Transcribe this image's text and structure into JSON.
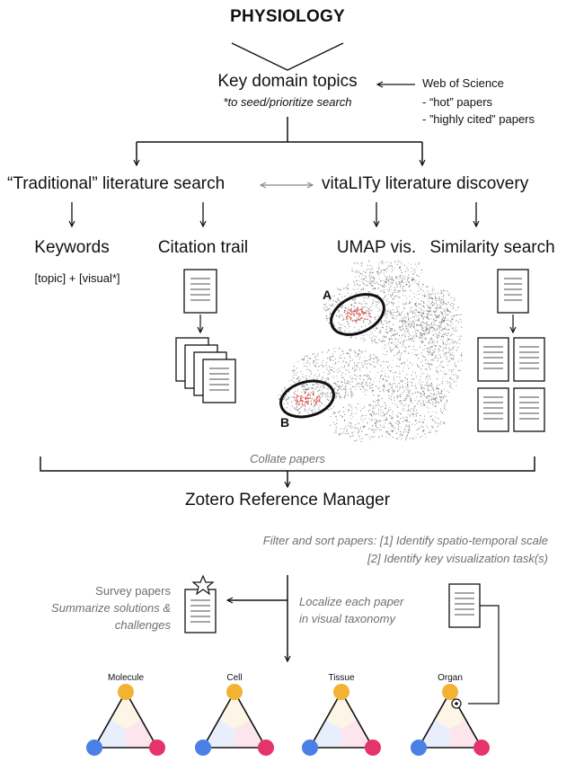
{
  "title": "PHYSIOLOGY",
  "key_topics": {
    "label": "Key domain topics",
    "note": "*to seed/prioritize search"
  },
  "web_of_science": {
    "title": "Web of Science",
    "items": [
      "- “hot” papers",
      "- ”highly cited” papers"
    ]
  },
  "branches": {
    "traditional": "“Traditional” literature search",
    "vitality": "vitaLITy literature discovery"
  },
  "methods": {
    "keywords": "Keywords",
    "keywords_formula": "[topic] + [visual*]",
    "citation": "Citation trail",
    "umap": "UMAP vis.",
    "similarity": "Similarity search"
  },
  "umap_clusters": [
    "A",
    "B"
  ],
  "collate": "Collate papers",
  "zotero": "Zotero Reference Manager",
  "filter": {
    "line1": "Filter and sort papers: [1] Identify spatio-temporal scale",
    "line2": "[2] Identify key visualization task(s)"
  },
  "survey": {
    "title": "Survey papers",
    "line1": "Summarize solutions &",
    "line2": "challenges"
  },
  "localize": {
    "line1": "Localize each paper",
    "line2": "in visual taxonomy"
  },
  "scales": [
    "Molecule",
    "Cell",
    "Tissue",
    "Organ"
  ],
  "colors": {
    "yellow": "#f2b233",
    "blue": "#4a7fe6",
    "pink": "#e5336b",
    "scatter": "#555555",
    "highlight": "#e0504a"
  }
}
